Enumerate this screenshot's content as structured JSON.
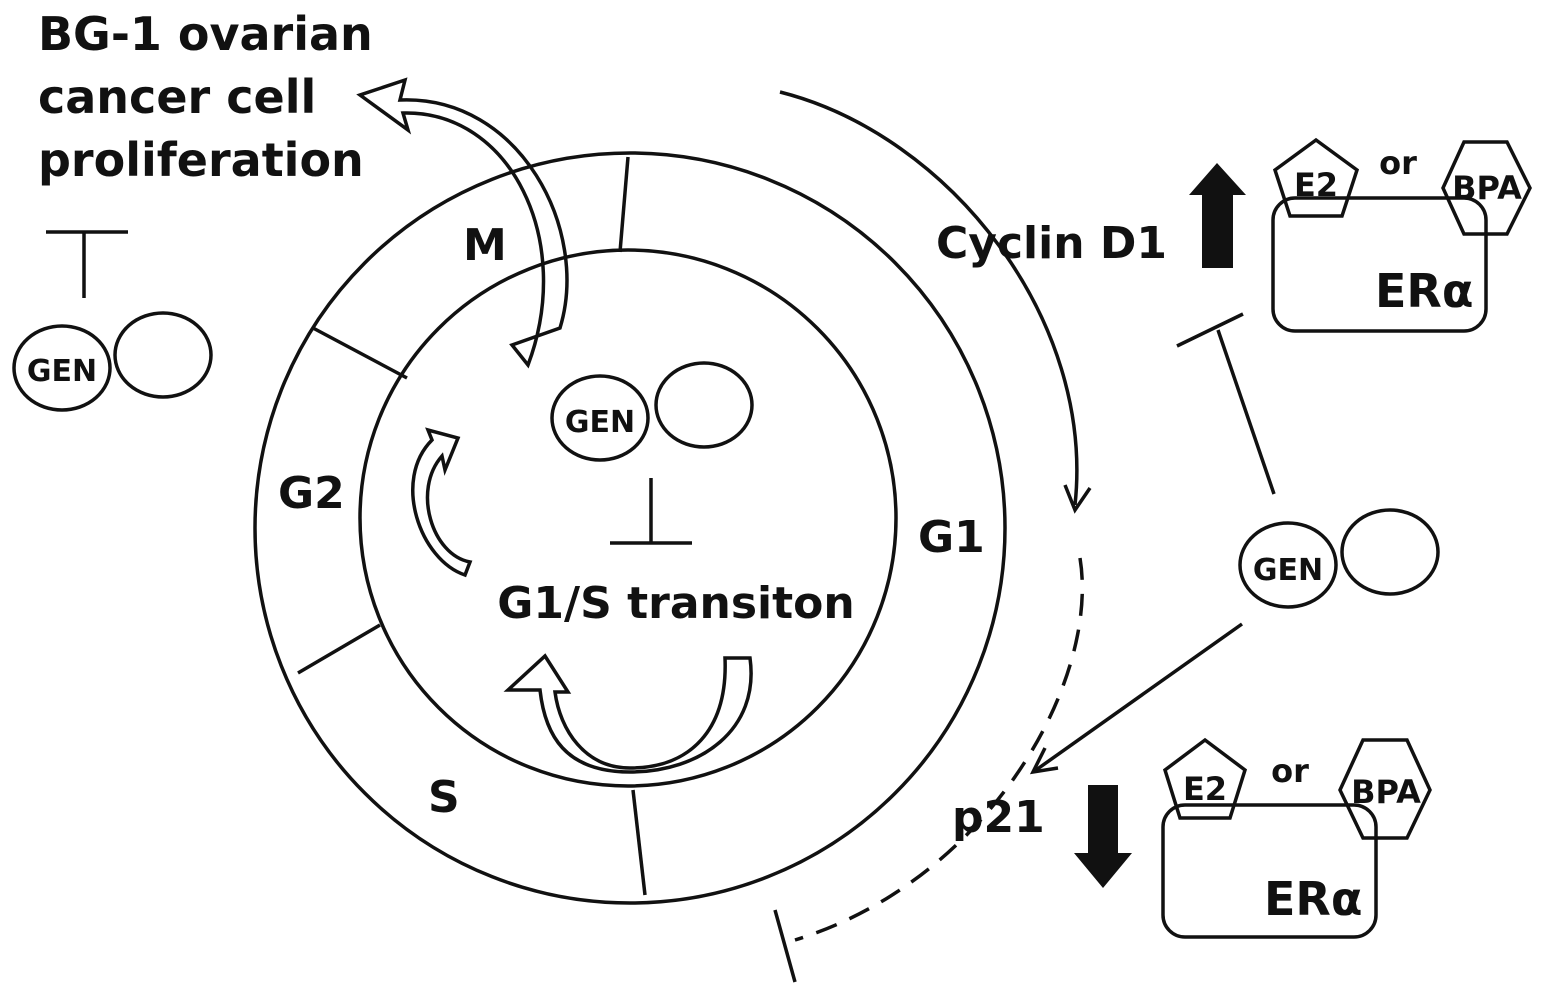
{
  "title_lines": [
    "BG-1 ovarian",
    "cancer cell",
    "proliferation"
  ],
  "phases": {
    "m": "M",
    "g2": "G2",
    "s": "S",
    "g1": "G1"
  },
  "center_label": "G1/S transiton",
  "gen_label": "GEN",
  "cyclin_label": "Cyclin D1",
  "p21_label": "p21",
  "e2_label": "E2",
  "bpa_label": "BPA",
  "or_label": "or",
  "er_label": "ERα",
  "colors": {
    "ink": "#111111",
    "background": "#ffffff"
  }
}
